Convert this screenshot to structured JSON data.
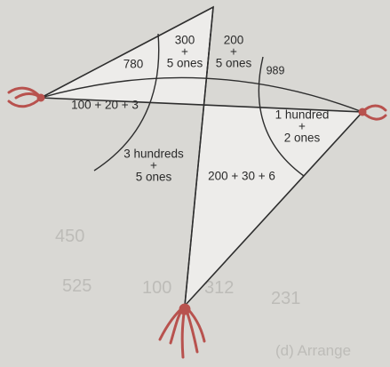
{
  "kite": {
    "sections": [
      {
        "id": "top-left",
        "lines": [
          "780"
        ]
      },
      {
        "id": "top-mid-left",
        "lines": [
          "300",
          "+",
          "5 ones"
        ]
      },
      {
        "id": "top-mid-right",
        "lines": [
          "200",
          "+",
          "5 ones"
        ]
      },
      {
        "id": "top-right",
        "lines": [
          "989"
        ]
      },
      {
        "id": "left",
        "lines": [
          "100 + 20 + 3"
        ]
      },
      {
        "id": "right",
        "lines": [
          "1 hundred",
          "+",
          "2 ones"
        ]
      },
      {
        "id": "bottom-left",
        "lines": [
          "3 hundreds",
          "+",
          "5 ones"
        ]
      },
      {
        "id": "bottom-right",
        "lines": [
          "200 + 30 + 6"
        ]
      }
    ]
  },
  "faded_background_text": [
    "450",
    "525",
    "100",
    "312",
    "231",
    "(d) Arrange"
  ],
  "colors": {
    "paper": "#d9d8d4",
    "kite_fill": "#edecea",
    "outline": "#2e2e2e",
    "ribbon": "#b8524e"
  }
}
